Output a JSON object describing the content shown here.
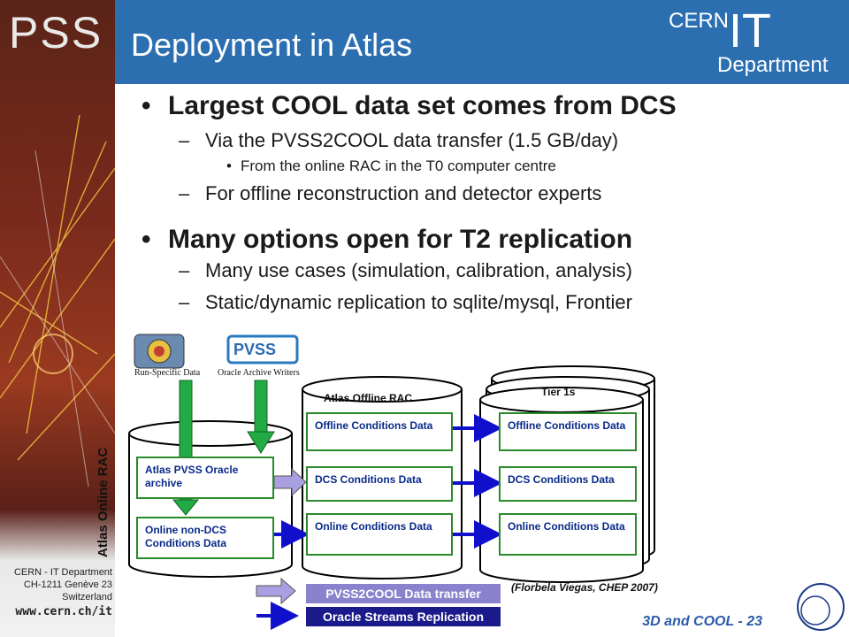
{
  "sidebar": {
    "logo_text": "PSS",
    "footer_line1": "CERN - IT Department",
    "footer_line2": "CH-1211 Genève 23",
    "footer_line3": "Switzerland",
    "footer_url": "www.cern.ch/it"
  },
  "header": {
    "title": "Deployment in Atlas",
    "logo_cern": "CERN",
    "logo_it": "IT",
    "logo_department": "Department"
  },
  "bullets": {
    "b1": "Largest COOL data set comes from DCS",
    "b1_sub1": "Via the PVSS2COOL data transfer (1.5 GB/day)",
    "b1_sub1_sub": "From the online RAC in the T0 computer centre",
    "b1_sub2": "For offline reconstruction and detector experts",
    "b2": "Many options open for T2 replication",
    "b2_sub1": "Many use cases (simulation, calibration, analysis)",
    "b2_sub2": "Static/dynamic replication to sqlite/mysql, Frontier"
  },
  "diagram": {
    "run_specific_label": "Run-Specific Data",
    "pvss_label": "PVSS",
    "archive_writers_label": "Oracle Archive Writers",
    "online_rac_label": "Atlas Online RAC",
    "offline_rac_label": "Atlas Offline RAC",
    "tier1_label": "Tier 1s",
    "online_box1": "Atlas PVSS Oracle archive",
    "online_box2": "Online non-DCS Conditions Data",
    "offline_box1": "Offline Conditions Data",
    "offline_box2": "DCS Conditions Data",
    "offline_box3": "Online Conditions Data",
    "tier_box1": "Offline Conditions Data",
    "tier_box2": "DCS Conditions Data",
    "tier_box3": "Online Conditions Data",
    "legend1": "PVSS2COOL Data transfer",
    "legend2": "Oracle Streams Replication",
    "credit": "(Florbela Viegas, CHEP 2007)"
  },
  "footer": {
    "page": "3D and COOL - 23"
  },
  "colors": {
    "header_blue": "#2c6fb1",
    "box_green": "#2a8a2a",
    "arrow_blue": "#1010cc",
    "arrow_green": "#22aa44",
    "legend_purple": "#8a82cc",
    "legend_navy": "#1a1a8a"
  }
}
